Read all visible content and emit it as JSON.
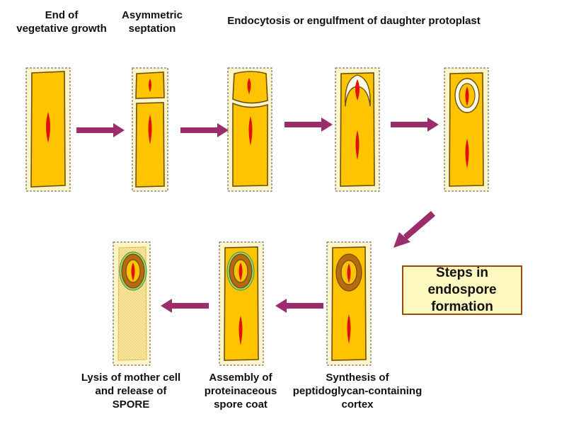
{
  "labels": {
    "end_vegetative": [
      "End of",
      "vegetative growth"
    ],
    "asymmetric": [
      "Asymmetric",
      "septation"
    ],
    "endocytosis": "Endocytosis or engulfment of daughter protoplast",
    "synthesis": [
      "Synthesis of",
      "peptidoglycan-containing",
      "cortex"
    ],
    "assembly": [
      "Assembly of",
      "proteinaceous",
      "spore coat"
    ],
    "lysis": [
      "Lysis of mother cell",
      "and release of",
      "SPORE"
    ]
  },
  "title": [
    "Steps in endospore",
    "formation"
  ],
  "colors": {
    "cell": "#ffc400",
    "cell_outline": "#7a5a10",
    "nucleus": "#e01010",
    "panel_bg": "#fdf4c8",
    "arrow": "#9b2d6b",
    "cortex": "#b86a10",
    "spore_coat": "#9be07a"
  }
}
